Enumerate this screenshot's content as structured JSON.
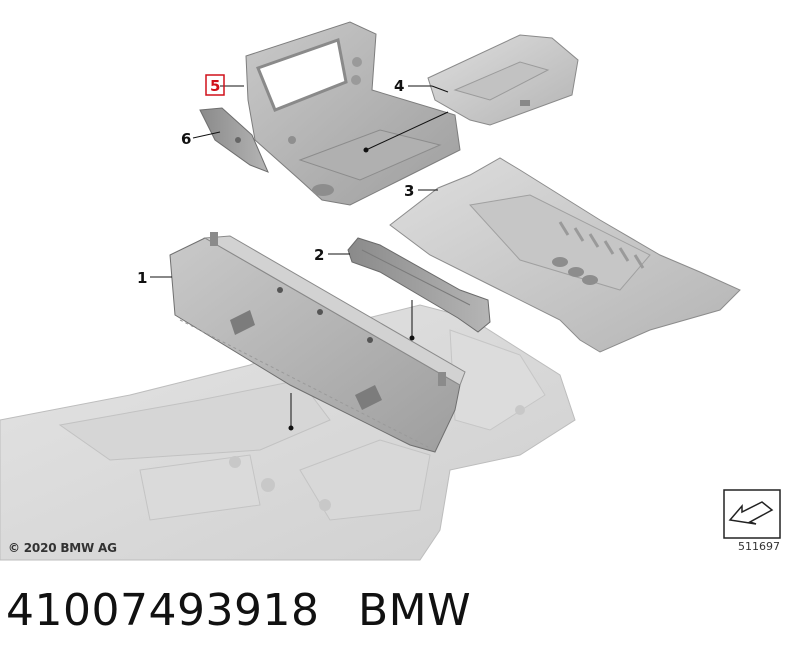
{
  "diagram": {
    "callouts": {
      "c1": "1",
      "c2": "2",
      "c3": "3",
      "c4": "4",
      "c5": "5",
      "c6": "6"
    },
    "highlighted_callout": "5",
    "highlight_color": "#d0101a",
    "reference_code": "511697",
    "reference_icon": "direction-arrow-icon"
  },
  "footer": {
    "copyright": "© 2020 BMW AG",
    "part_number": "41007493918",
    "brand": "BMW"
  }
}
